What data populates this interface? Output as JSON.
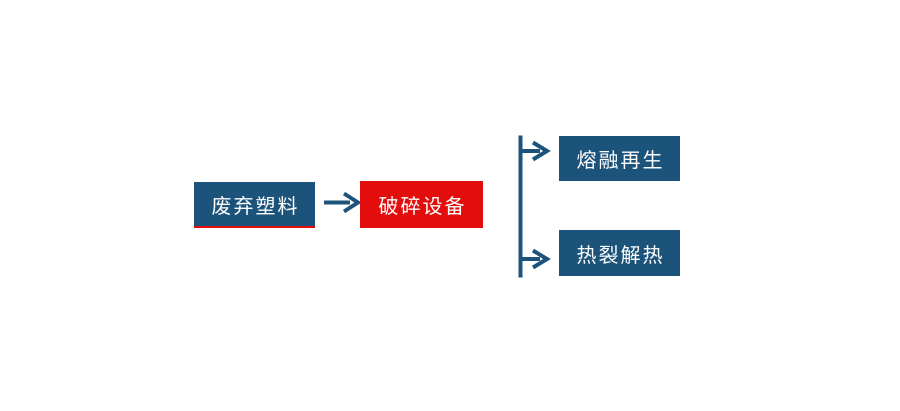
{
  "diagram": {
    "colors": {
      "background": "#ffffff",
      "node_blue": "#1b537a",
      "node_red": "#e40d0d",
      "arrow": "#1b537a",
      "waste_underline": "#e40d0d",
      "text": "#fdfdfd"
    },
    "nodes": {
      "waste_plastic": {
        "label": "废弃塑料"
      },
      "crushing_equipment": {
        "label": "破碎设备"
      },
      "melt_regeneration": {
        "label": "熔融再生"
      },
      "pyrolysis_heat": {
        "label": "热裂解热"
      }
    }
  }
}
